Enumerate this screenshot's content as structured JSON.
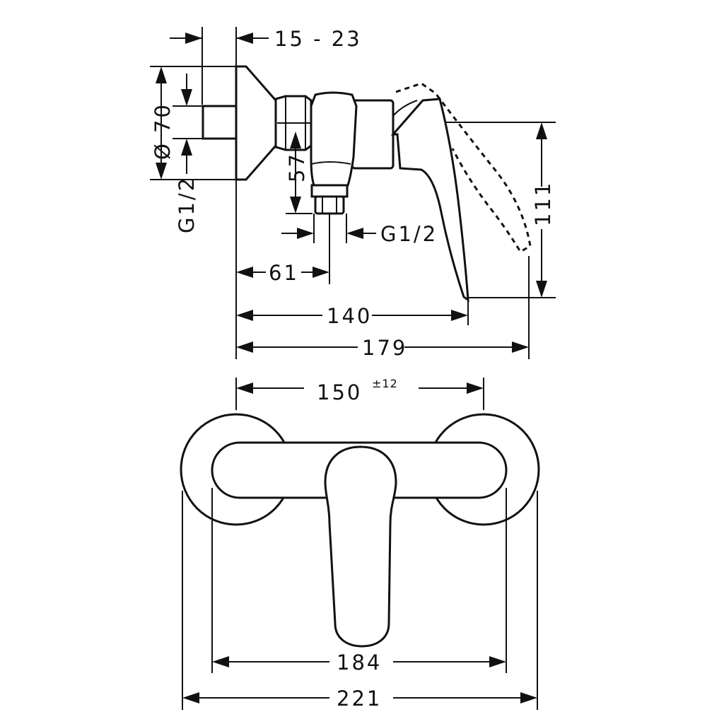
{
  "side_view": {
    "dim_nut_depth": "15 - 23",
    "dim_flange_dia": "Ø 70",
    "dim_inlet_thread": "G1/2",
    "dim_outlet_drop": "57",
    "dim_outlet_thread": "G1/2",
    "dim_outlet_offset": "61",
    "dim_lever_height": "111",
    "dim_lever_reach": "140",
    "dim_lever_reach_open": "179"
  },
  "front_view": {
    "dim_center_distance": "150",
    "dim_center_tolerance": "±12",
    "dim_inner_width": "184",
    "dim_overall_width": "221"
  },
  "colors": {
    "line": "#111111",
    "background": "#ffffff"
  }
}
